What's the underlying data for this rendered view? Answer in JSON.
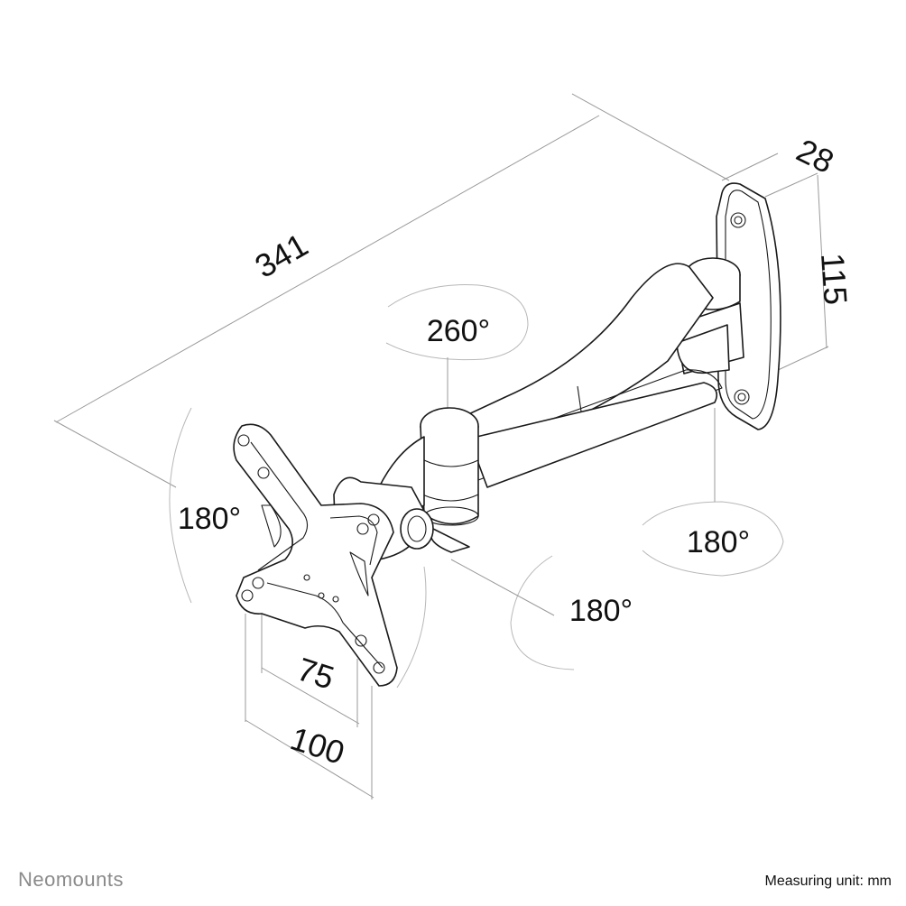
{
  "diagram": {
    "dimensions": {
      "length": "341",
      "depth": "28",
      "height": "115",
      "vesa_small": "75",
      "vesa_large": "100"
    },
    "rotations": {
      "arm_joint": "260°",
      "tilt": "180°",
      "swivel_head": "180°",
      "wall_joint": "180°"
    }
  },
  "footer": {
    "brand": "Neomounts",
    "measuring_unit": "Measuring unit: mm"
  }
}
